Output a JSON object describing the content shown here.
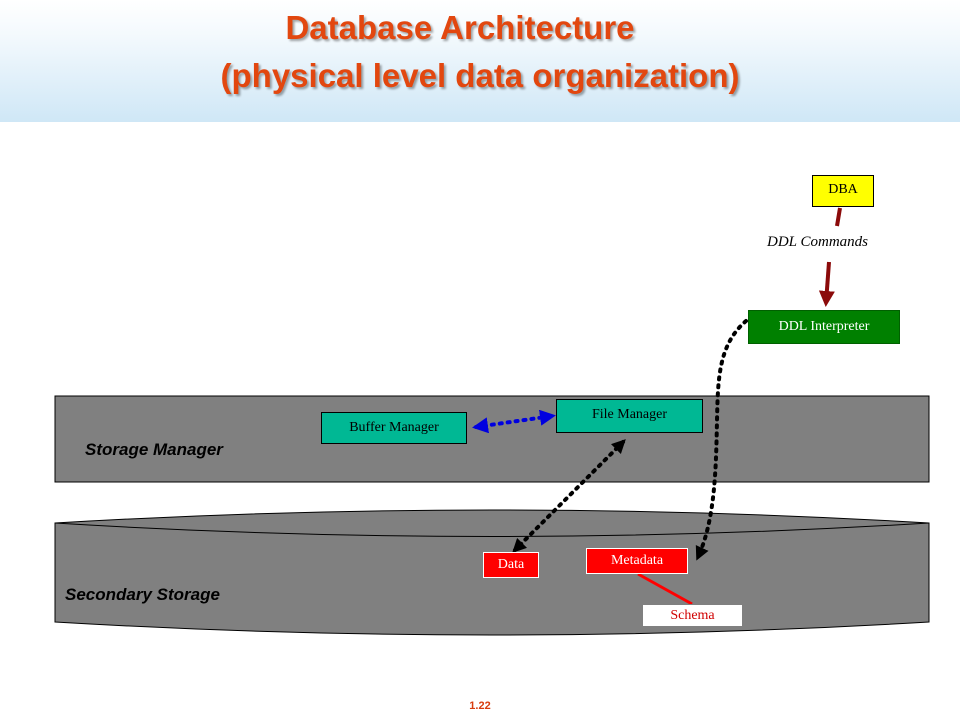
{
  "title": {
    "line1": "Database Architecture",
    "line2": "(physical level data organization)"
  },
  "components": {
    "dba": "DBA",
    "ddl_commands": "DDL Commands",
    "ddl_interpreter": "DDL Interpreter",
    "buffer_manager": "Buffer Manager",
    "file_manager": "File Manager",
    "storage_manager": "Storage Manager",
    "secondary_storage": "Secondary Storage",
    "data": "Data",
    "metadata": "Metadata",
    "schema": "Schema"
  },
  "colors": {
    "title": "#e2470f",
    "dba_fill": "#ffff00",
    "interpreter_fill": "#008000",
    "manager_fill": "#00b894",
    "red_box_fill": "#ff0000",
    "region_fill": "#808080",
    "arrow_dark_red": "#8b0a0a",
    "arrow_blue": "#0000e0"
  },
  "page_number": "1.22"
}
